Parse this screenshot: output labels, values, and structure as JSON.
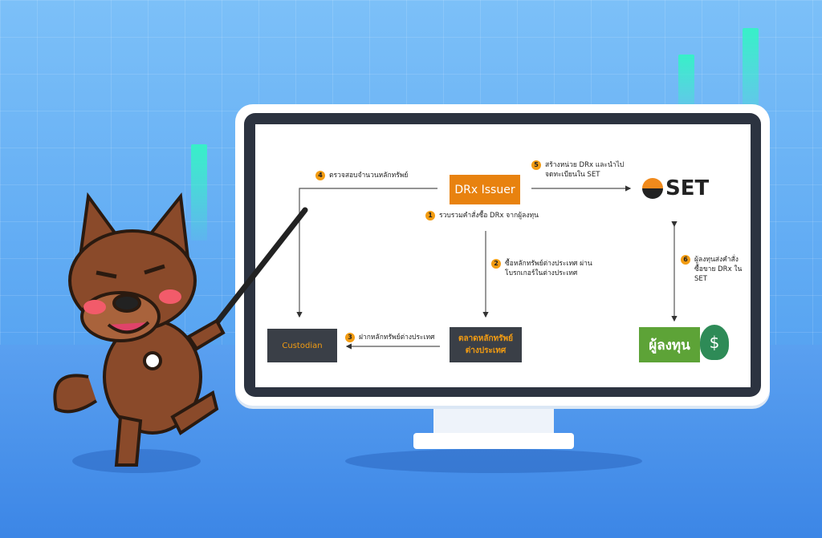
{
  "diagram": {
    "nodes": {
      "issuer": "DRx Issuer",
      "set": "SET",
      "custodian": "Custodian",
      "foreign_market": "ตลาดหลักทรัพย์ต่างประเทศ",
      "investor": "ผู้ลงทุน"
    },
    "steps": [
      {
        "num": "1",
        "text": "รวบรวมคำสั่งซื้อ DRx จากผู้ลงทุน"
      },
      {
        "num": "2",
        "text": "ซื้อหลักทรัพย์ต่างประเทศ ผ่านโบรกเกอร์ในต่างประเทศ"
      },
      {
        "num": "3",
        "text": "ฝากหลักทรัพย์ต่างประเทศ"
      },
      {
        "num": "4",
        "text": "ตรวจสอบจำนวนหลักทรัพย์"
      },
      {
        "num": "5",
        "text": "สร้างหน่วย DRx และนำไปจดทะเบียนใน SET"
      },
      {
        "num": "6",
        "text": "ผู้ลงทุนส่งคำสั่งซื้อขาย DRx ใน SET"
      }
    ]
  },
  "colors": {
    "issuer": "#e8820f",
    "dark_box": "#3a3f47",
    "investor": "#5da337",
    "step_badge": "#f39c12",
    "background": "#5aa6f2"
  }
}
